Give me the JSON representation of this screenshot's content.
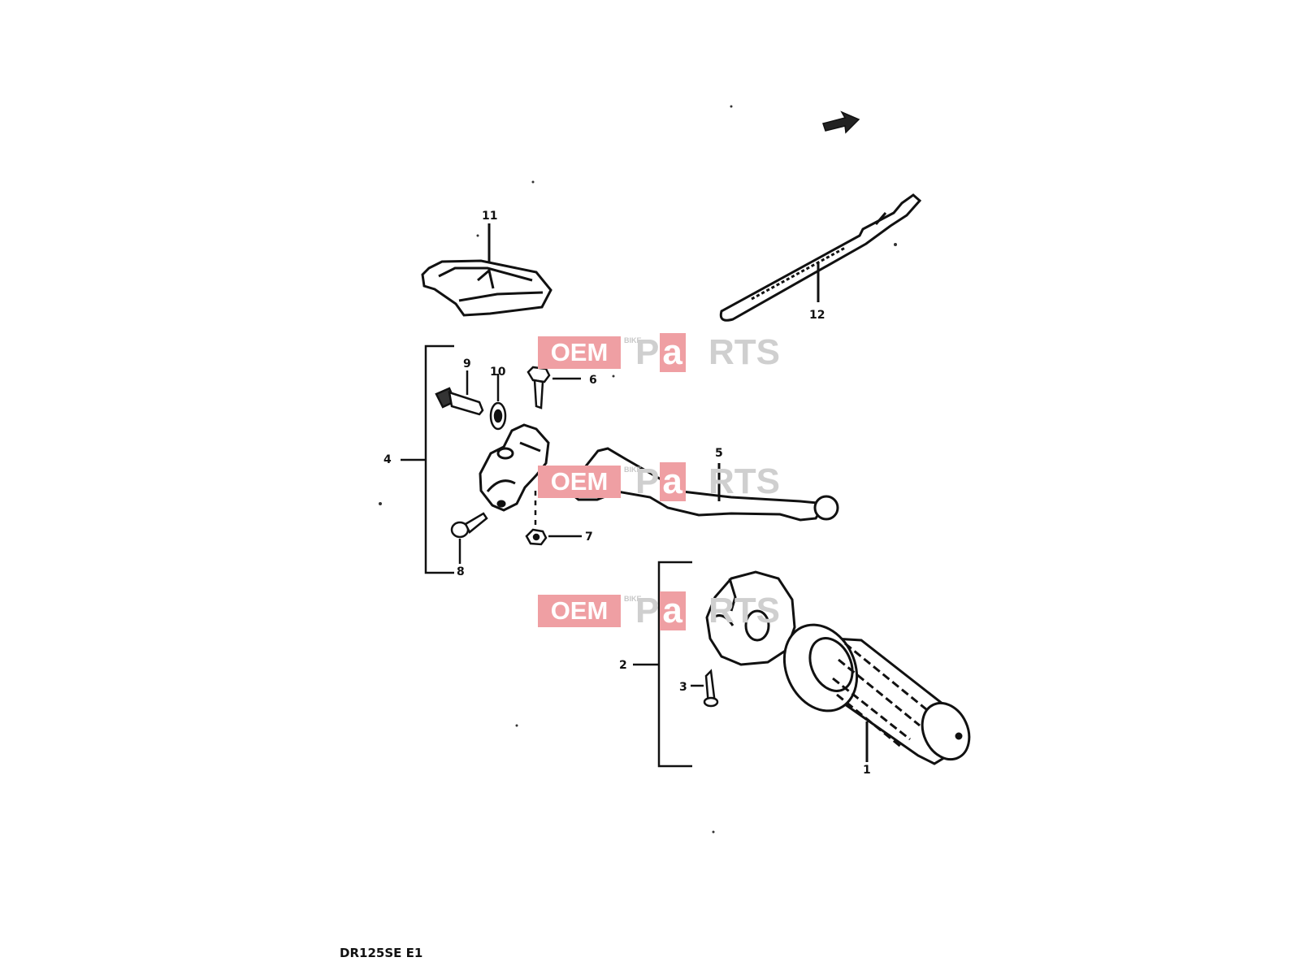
{
  "diagram": {
    "model_code": "DR125SE E1",
    "parts": [
      {
        "id": "grip",
        "callout": "1"
      },
      {
        "id": "throttle-housing",
        "callout": "2"
      },
      {
        "id": "throttle-screw",
        "callout": "3"
      },
      {
        "id": "lever-holder-assembly",
        "callout": "4"
      },
      {
        "id": "clutch-lever",
        "callout": "5"
      },
      {
        "id": "pivot-bolt",
        "callout": "6"
      },
      {
        "id": "nut",
        "callout": "7"
      },
      {
        "id": "holder-screw",
        "callout": "8"
      },
      {
        "id": "adjuster-bolt",
        "callout": "9"
      },
      {
        "id": "lock-nut",
        "callout": "10"
      },
      {
        "id": "boot-cover",
        "callout": "11"
      },
      {
        "id": "cable-band",
        "callout": "12"
      }
    ]
  },
  "watermark": {
    "brand_left": "OEM",
    "brand_vertical": "BIKE",
    "brand_right_p": "P",
    "brand_right_a": "a",
    "brand_right_rts": "RTS"
  },
  "colors": {
    "line": "#111111",
    "watermark_pink": "#ef9fa3",
    "watermark_gray": "#cfcfcf"
  }
}
